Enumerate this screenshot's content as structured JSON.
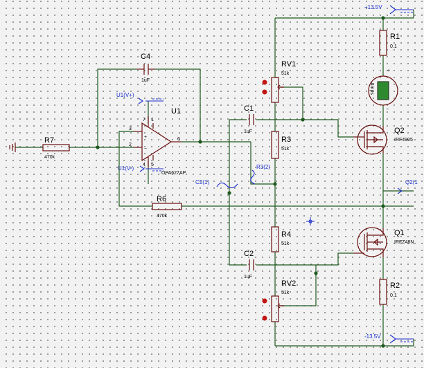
{
  "components": {
    "r1": {
      "ref": "R1",
      "value": "0.1"
    },
    "r2": {
      "ref": "R2",
      "value": "0.1"
    },
    "r3": {
      "ref": "R3",
      "value": "51k"
    },
    "r4": {
      "ref": "R4",
      "value": "51k"
    },
    "r6": {
      "ref": "R6",
      "value": "470k"
    },
    "r7": {
      "ref": "R7",
      "value": "470k"
    },
    "rv1": {
      "ref": "RV1",
      "value": "51k"
    },
    "rv2": {
      "ref": "RV2",
      "value": "51k"
    },
    "c1": {
      "ref": "C1",
      "value": "1uF"
    },
    "c2": {
      "ref": "C2",
      "value": "1uF"
    },
    "c4": {
      "ref": "C4",
      "value": "1uF"
    },
    "u1": {
      "ref": "U1",
      "value": "OPA627AP"
    },
    "q1": {
      "ref": "Q1",
      "value": "IRFZ48N"
    },
    "q2": {
      "ref": "Q2",
      "value": "IRF4905"
    },
    "ammeter": {
      "label": "Amps"
    }
  },
  "opamp_pins": {
    "p3": "3",
    "p2": "2",
    "p6": "6",
    "p7": "7",
    "p1": "1",
    "p4": "4",
    "p5": "5"
  },
  "probes": {
    "u1_vplus": "U1(V+)",
    "u1_vminus": "U1(V-)",
    "c2_1": "C2(1)",
    "r3_2": "R3(2)",
    "q2_1": "Q2(1"
  },
  "terminals": {
    "pos_supply": "+13.5V",
    "neg_supply": "-13.5V"
  },
  "colors": {
    "wire": "#1e5a1e",
    "component": "#6b0f0f",
    "probe": "#1c2fd0",
    "background": "#f2f2f2"
  }
}
